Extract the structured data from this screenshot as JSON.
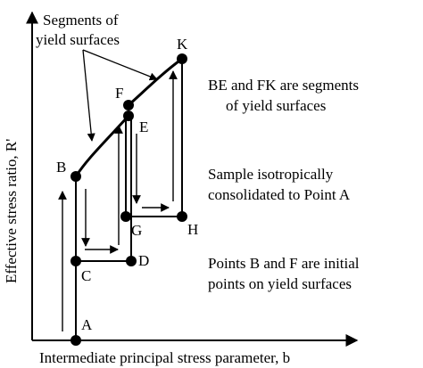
{
  "diagram": {
    "axes": {
      "x_label": "Intermediate principal stress parameter, b",
      "y_label": "Effective stress ratio, R'"
    },
    "callout": {
      "line1": "Segments of",
      "line2": "yield surfaces"
    },
    "points": {
      "A": "A",
      "B": "B",
      "C": "C",
      "D": "D",
      "E": "E",
      "F": "F",
      "G": "G",
      "H": "H",
      "K": "K"
    },
    "notes": {
      "n1_line1": "BE and FK are segments",
      "n1_line2": "of yield surfaces",
      "n2_line1": "Sample isotropically",
      "n2_line2": "consolidated to Point A",
      "n3_line1": "Points B and F are initial",
      "n3_line2": "points on yield surfaces"
    }
  }
}
